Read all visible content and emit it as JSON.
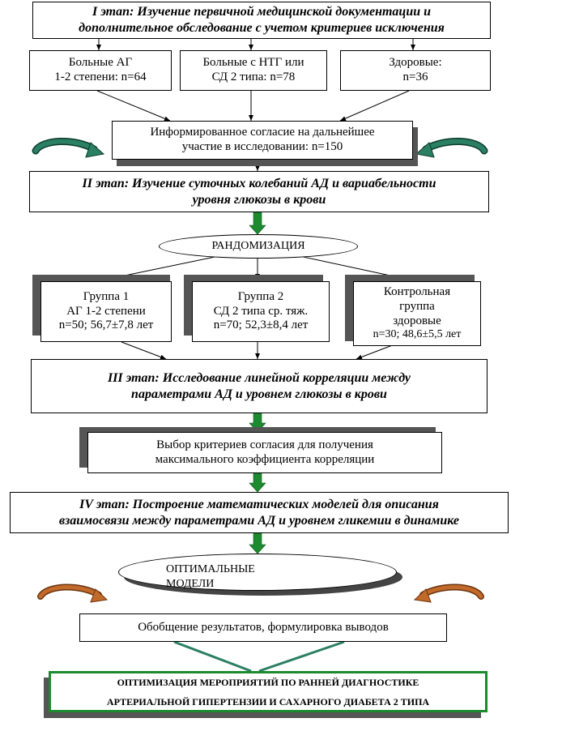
{
  "stage1": {
    "line1": "I этап: Изучение первичной медицинской документации и",
    "line2": "дополнительное обследование с учетом критериев исключения"
  },
  "groups1": [
    {
      "line1": "Больные АГ",
      "line2": "1-2 степени:    n=64"
    },
    {
      "line1": "Больные с НТГ или",
      "line2": "СД 2 типа:    n=78"
    },
    {
      "line1": "Здоровые:",
      "line2": "n=36"
    }
  ],
  "consent": {
    "line1": "Информированное согласие на дальнейшее",
    "line2": "участие в исследовании:   n=150"
  },
  "stage2": {
    "line1": "II этап: Изучение суточных колебаний АД и вариабельности",
    "line2": "уровня глюкозы в крови"
  },
  "randomization": "РАНДОМИЗАЦИЯ",
  "groups2": [
    {
      "line1": "Группа 1",
      "line2": "АГ 1-2 степени",
      "line3": "n=50; 56,7±7,8 лет"
    },
    {
      "line1": "Группа 2",
      "line2": "СД 2 типа ср. тяж.",
      "line3": "n=70; 52,3±8,4 лет"
    },
    {
      "line1": "Контрольная",
      "line2": "группа",
      "line3": "здоровые",
      "line4": "n=30; 48,6±5,5 лет"
    }
  ],
  "stage3": {
    "line1": "III этап:  Исследование линейной корреляции между",
    "line2": "параметрами АД и уровнем глюкозы в крови"
  },
  "criteria": {
    "line1": "Выбор критериев согласия для получения",
    "line2": "максимального коэффициента корреляции"
  },
  "stage4": {
    "line1": "IV этап: Построение математических моделей для описания",
    "line2": "взаимосвязи между параметрами АД и уровнем гликемии в динамике"
  },
  "optimal": {
    "line1": "ОПТИМАЛЬНЫЕ",
    "line2": "МОДЕЛИ"
  },
  "summary": "Обобщение результатов, формулировка выводов",
  "final": {
    "line1": "ОПТИМИЗАЦИЯ МЕРОПРИЯТИЙ ПО РАННЕЙ ДИАГНОСТИКЕ",
    "line2": "АРТЕРИАЛЬНОЙ ГИПЕРТЕНЗИИ И САХАРНОГО ДИАБЕТА 2 ТИПА"
  },
  "colors": {
    "green": "#1c8a2e",
    "teal": "#2b7f63",
    "brown": "#b5651d"
  }
}
